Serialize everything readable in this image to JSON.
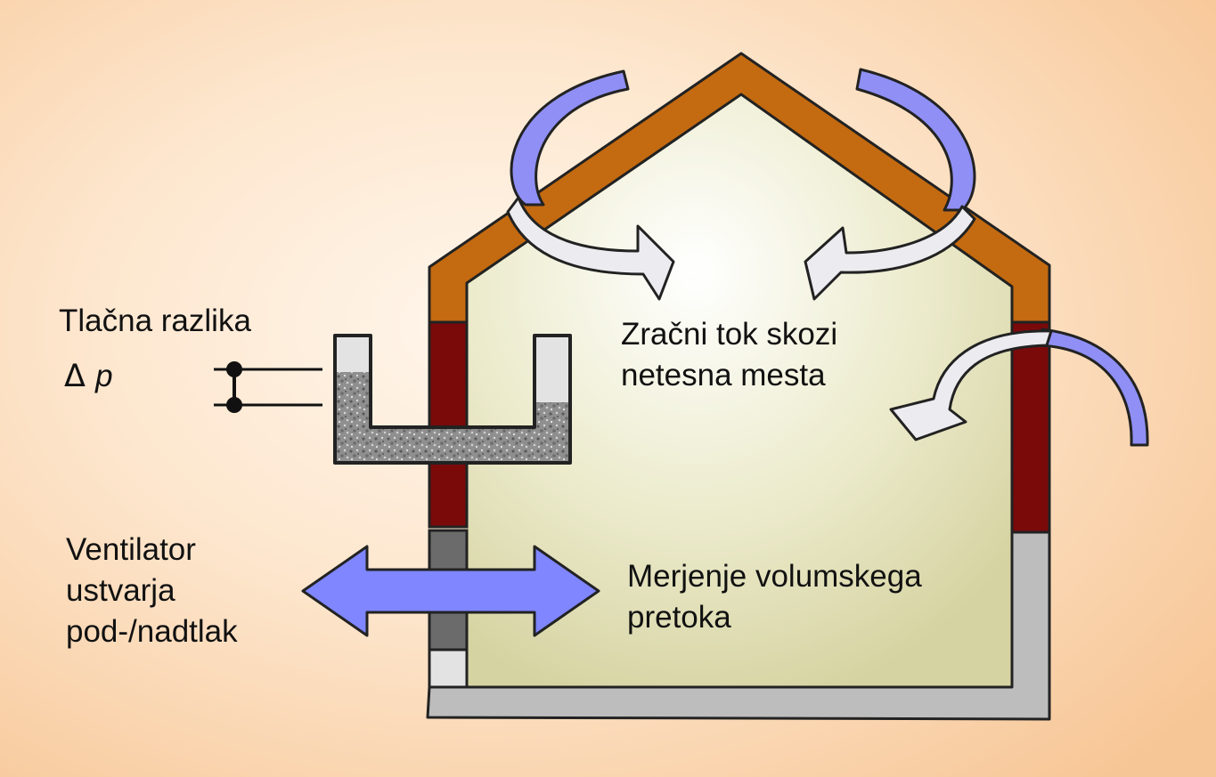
{
  "labels": {
    "pressure_difference": "Tlačna razlika",
    "delta_symbol": "Δ",
    "delta_var": "p",
    "fan_lines": [
      "Ventilator",
      "ustvarja",
      "pod-/nadtlak"
    ],
    "airflow_lines": [
      "Zračni tok skozi",
      "netesna mesta"
    ],
    "volume_flow_lines": [
      "Merjenje volumskega",
      "pretoka"
    ]
  },
  "colors": {
    "background": "#fde6cd",
    "roof": "#c46a10",
    "upper_wall": "#7a0a0a",
    "interior": "#e9e8c2",
    "foundation": "#bdbdbd",
    "fan_block": "#6b6b6b",
    "air_arrow_blue": "#8f8ff5",
    "air_arrow_white": "#ececf0",
    "fan_arrow": "#7f86ff",
    "manometer_fluid": "#8e8e8e"
  }
}
